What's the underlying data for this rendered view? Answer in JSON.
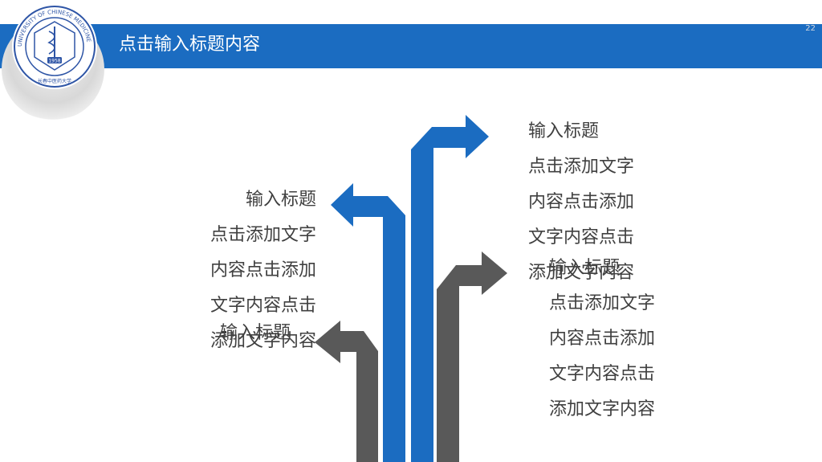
{
  "header": {
    "title": "点击输入标题内容",
    "page_number": "22"
  },
  "logo": {
    "ring_text": "UNIVERSITY OF CHINESE MEDICINE",
    "bottom_text": "长春中医药大学",
    "center_badge": "1958"
  },
  "colors": {
    "primary_blue": "#1b6cc1",
    "arrow_gray": "#595959",
    "text": "#404040"
  },
  "blocks": [
    {
      "title": "输入标题",
      "lines": [
        "点击添加文字",
        "内容点击添加",
        "文字内容点击",
        "添加文字内容"
      ]
    },
    {
      "title": "输入标题"
    },
    {
      "title": "输入标题",
      "lines": [
        "点击添加文字",
        "内容点击添加",
        "文字内容点击",
        "添加文字内容"
      ]
    },
    {
      "title": "输入标题",
      "lines": [
        "点击添加文字",
        "内容点击添加",
        "文字内容点击",
        "添加文字内容"
      ]
    }
  ]
}
